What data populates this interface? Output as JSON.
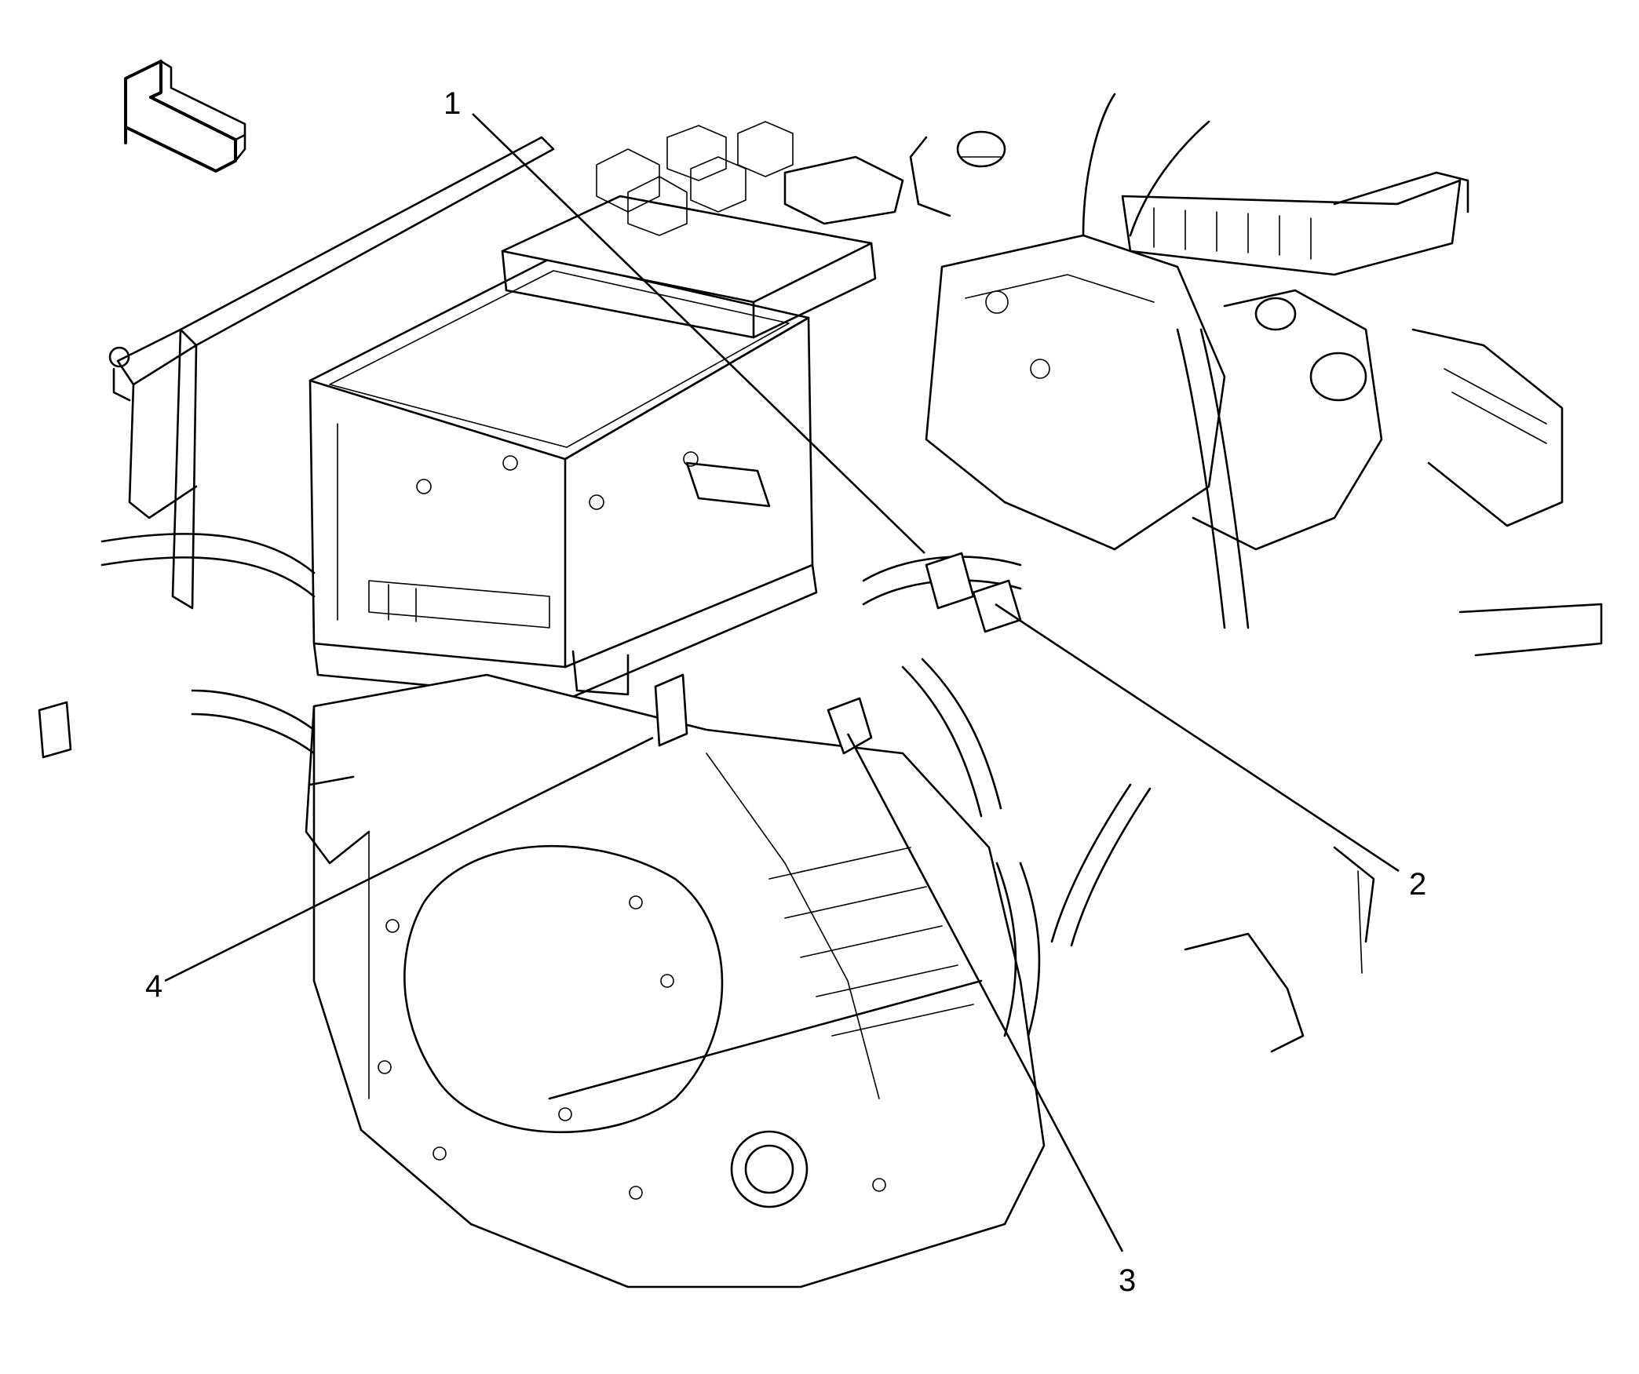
{
  "callouts": [
    {
      "id": "1",
      "label": "1"
    },
    {
      "id": "2",
      "label": "2"
    },
    {
      "id": "3",
      "label": "3"
    },
    {
      "id": "4",
      "label": "4"
    }
  ],
  "icons": {
    "direction": "front-direction-arrow-icon"
  },
  "colors": {
    "line": "#000000",
    "background": "#ffffff"
  }
}
